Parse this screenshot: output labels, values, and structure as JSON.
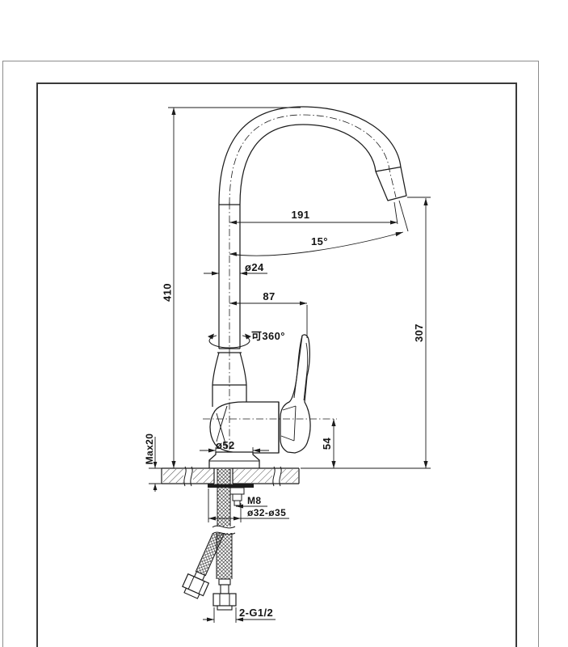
{
  "drawing": {
    "background": "#ffffff",
    "line_color": "#1c1c1c",
    "frame": {
      "outer_border_color": "#8c8c8c",
      "inner_border_color": "#3a3a3a"
    },
    "dimensions": {
      "spout_reach": "191",
      "spout_angle": "15°",
      "spout_tube_diameter": "ø24",
      "handle_projection": "87",
      "overall_height": "410",
      "spout_outlet_height": "307",
      "swivel_range": "可360°",
      "escutcheon_diameter": "ø52",
      "max_deck_thickness": "Max20",
      "body_center_height": "54",
      "fixing_stud_thread": "M8",
      "mounting_hole_diameter": "ø32-ø35",
      "inlet_hose_thread": "2-G1/2"
    }
  }
}
